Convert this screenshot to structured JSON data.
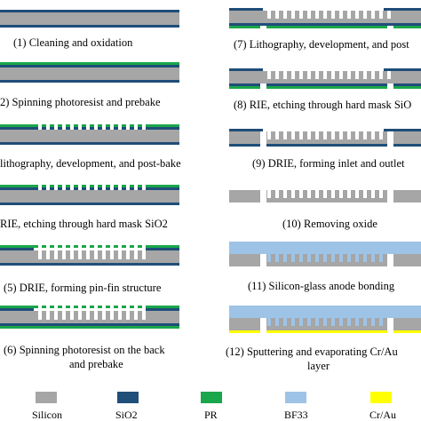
{
  "colors": {
    "silicon": "#a6a6a6",
    "sio2": "#1f4e79",
    "pr": "#1aa64a",
    "bf33": "#9dc3e6",
    "crau": "#ffff00"
  },
  "steps": [
    {
      "caption": [
        "(1) Cleaning and oxidation"
      ]
    },
    {
      "caption": [
        "2) Spinning photoresist and prebake"
      ]
    },
    {
      "caption": [
        "lithography, development, and post-bake"
      ]
    },
    {
      "caption": [
        "RIE, etching through hard mask SiO2"
      ]
    },
    {
      "caption": [
        "(5) DRIE, forming pin-fin structure"
      ]
    },
    {
      "caption": [
        "(6) Spinning photoresist on the back",
        "and prebake"
      ]
    },
    {
      "caption": [
        "(7) Lithography, development, and post"
      ]
    },
    {
      "caption": [
        "(8) RIE, etching through hard mask SiO"
      ]
    },
    {
      "caption": [
        "(9) DRIE, forming inlet and outlet"
      ]
    },
    {
      "caption": [
        "(10) Removing oxide"
      ]
    },
    {
      "caption": [
        "(11) Silicon-glass anode bonding"
      ]
    },
    {
      "caption": [
        "(12) Sputtering and evaporating Cr/Au",
        "layer"
      ]
    }
  ],
  "legend": [
    {
      "label": "Silicon",
      "color_key": "silicon"
    },
    {
      "label": "SiO2",
      "color_key": "sio2"
    },
    {
      "label": "PR",
      "color_key": "pr"
    },
    {
      "label": "BF33",
      "color_key": "bf33"
    },
    {
      "label": "Cr/Au",
      "color_key": "crau"
    }
  ]
}
